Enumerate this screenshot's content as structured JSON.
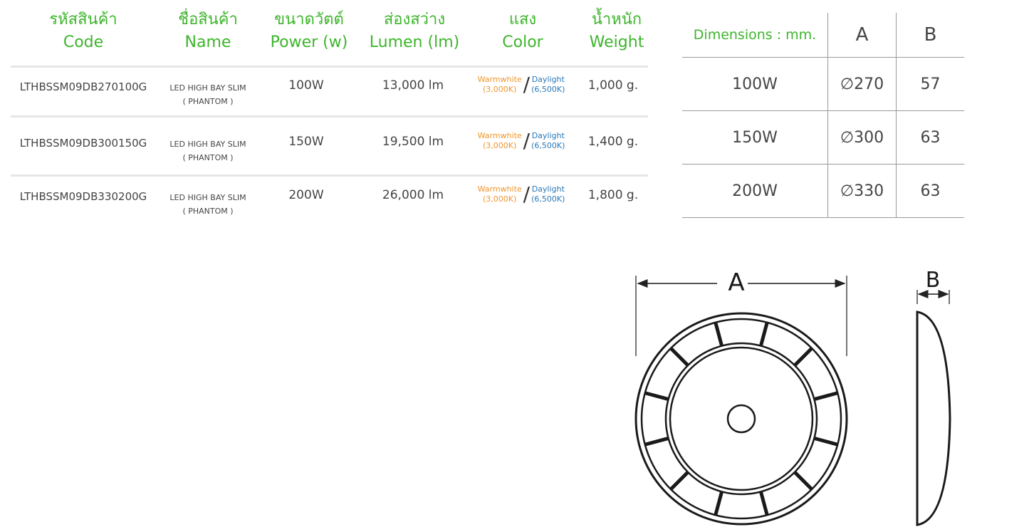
{
  "headers": [
    {
      "th": "รหัสสินค้า",
      "en": "Code"
    },
    {
      "th": "ชื่อสินค้า",
      "en": "Name"
    },
    {
      "th": "ขนาดวัตต์",
      "en": "Power (w)"
    },
    {
      "th": "ส่องสว่าง",
      "en": "Lumen (lm)"
    },
    {
      "th": "แสง",
      "en": "Color"
    },
    {
      "th": "น้ำหนัก",
      "en": "Weight"
    }
  ],
  "rows": [
    {
      "code": "LTHBSSM09DB270100G",
      "name1": "LED HIGH BAY SLIM",
      "name2": "( PHANTOM )",
      "power": "100W",
      "lumen": "13,000 lm",
      "ww": "Warmwhite",
      "ww_k": "(3,000K)",
      "dl": "Daylight",
      "dl_k": "(6,500K)",
      "weight": "1,000 g."
    },
    {
      "code": "LTHBSSM09DB300150G",
      "name1": "LED HIGH BAY SLIM",
      "name2": "( PHANTOM )",
      "power": "150W",
      "lumen": "19,500 lm",
      "ww": "Warmwhite",
      "ww_k": "(3,000K)",
      "dl": "Daylight",
      "dl_k": "(6,500K)",
      "weight": "1,400 g."
    },
    {
      "code": "LTHBSSM09DB330200G",
      "name1": "LED HIGH BAY SLIM",
      "name2": "( PHANTOM )",
      "power": "200W",
      "lumen": "26,000 lm",
      "ww": "Warmwhite",
      "ww_k": "(3,000K)",
      "dl": "Daylight",
      "dl_k": "(6,500K)",
      "weight": "1,800 g."
    }
  ],
  "slash": "/",
  "dimensions": {
    "header": [
      "Dimensions : mm.",
      "A",
      "B"
    ],
    "rows": [
      [
        "100W",
        "∅270",
        "57"
      ],
      [
        "150W",
        "∅300",
        "63"
      ],
      [
        "200W",
        "∅330",
        "63"
      ]
    ]
  },
  "drawing": {
    "label_a": "A",
    "label_b": "B"
  },
  "colors": {
    "header_green": "#3db52b",
    "warmwhite": "#f0962c",
    "daylight": "#2a78b8"
  }
}
